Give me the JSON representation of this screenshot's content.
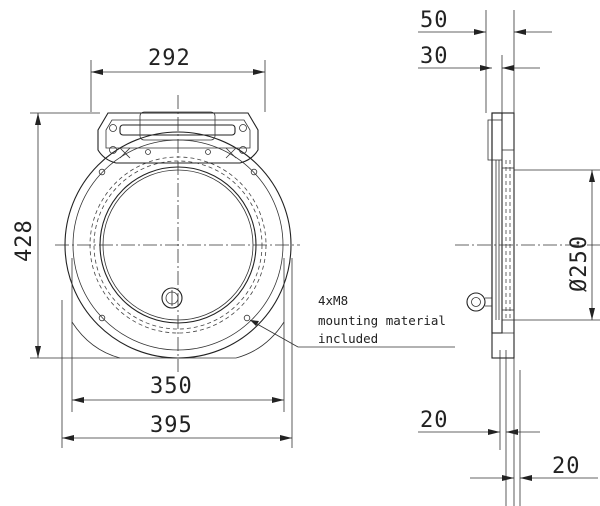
{
  "dimensions": {
    "top_width": "292",
    "height": "428",
    "inner_width": "350",
    "outer_width": "395",
    "side_depth_total": "50",
    "side_depth_body": "30",
    "diameter": "Ø250",
    "bottom_left": "20",
    "bottom_right": "20"
  },
  "note": {
    "line1": "4xM8",
    "line2": "mounting material",
    "line3": "included"
  }
}
